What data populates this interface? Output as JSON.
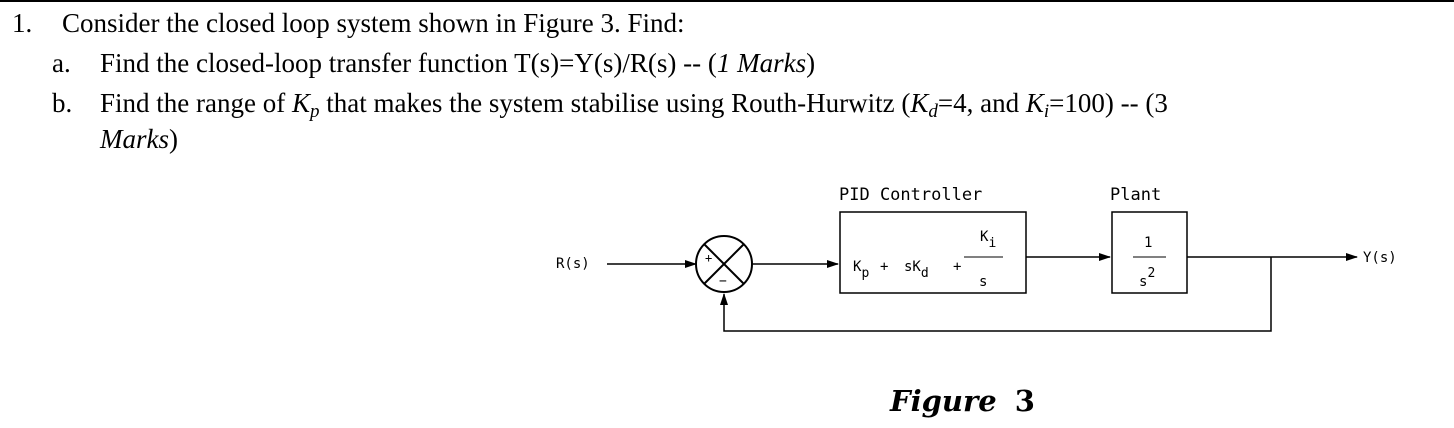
{
  "question": {
    "number": "1.",
    "text": "Consider the closed loop system shown in Figure 3. Find:",
    "part_a": {
      "label": "a.",
      "text": "Find the closed-loop transfer function T(s)=Y(s)/R(s) -- (",
      "marks": "1 Marks",
      "close": ")"
    },
    "part_b": {
      "label": "b.",
      "pre": "Find the range of ",
      "kp_base": "K",
      "kp_sub": "p",
      "mid": " that makes the system stabilise using Routh-Hurwitz (",
      "kd_base": "K",
      "kd_sub": "d",
      "kd_val": "=4, and ",
      "ki_base": "K",
      "ki_sub": "i",
      "ki_val": "=100) -- (3",
      "marks": "Marks",
      "close": ")"
    }
  },
  "diagram": {
    "input_label": "R(s)",
    "output_label": "Y(s)",
    "summing_plus": "+",
    "summing_minus": "−",
    "controller_title": "PID Controller",
    "controller_expr": {
      "kp": "K",
      "kp_sub": "p",
      "plus1": "+",
      "skd": "sK",
      "kd_sub": "d",
      "plus2": "+",
      "ki": "K",
      "ki_sub": "i",
      "s": "s"
    },
    "plant_title": "Plant",
    "plant_expr": {
      "numerator": "1",
      "denominator": "s",
      "exponent": "2"
    }
  },
  "figure_caption": {
    "word": "Figure",
    "number": "3"
  }
}
